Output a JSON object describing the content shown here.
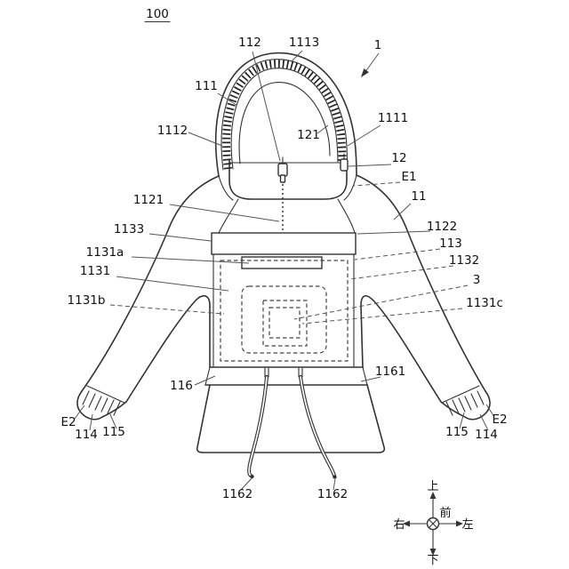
{
  "figure": {
    "colors": {
      "line": "#333333",
      "text": "#111111",
      "background": "#ffffff"
    },
    "labels": {
      "n100": "100",
      "n1": "1",
      "n112": "112",
      "n1113": "1113",
      "n111": "111",
      "n1112": "1112",
      "n121": "121",
      "n1111": "1111",
      "n12": "12",
      "e1": "E1",
      "n11": "11",
      "n1121": "1121",
      "n1122": "1122",
      "n1133": "1133",
      "n113": "113",
      "n1131a": "1131a",
      "n1132": "1132",
      "n1131": "1131",
      "n3": "3",
      "n1131b": "1131b",
      "n1131c": "1131c",
      "n116": "116",
      "n1161": "1161",
      "e2_left": "E2",
      "n114_left": "114",
      "n115_left": "115",
      "n115_right": "115",
      "n114_right": "114",
      "e2_right": "E2",
      "n1162_left": "1162",
      "n1162_right": "1162"
    },
    "compass": {
      "up": "上",
      "down": "下",
      "left": "左",
      "right": "右",
      "front": "前"
    }
  }
}
